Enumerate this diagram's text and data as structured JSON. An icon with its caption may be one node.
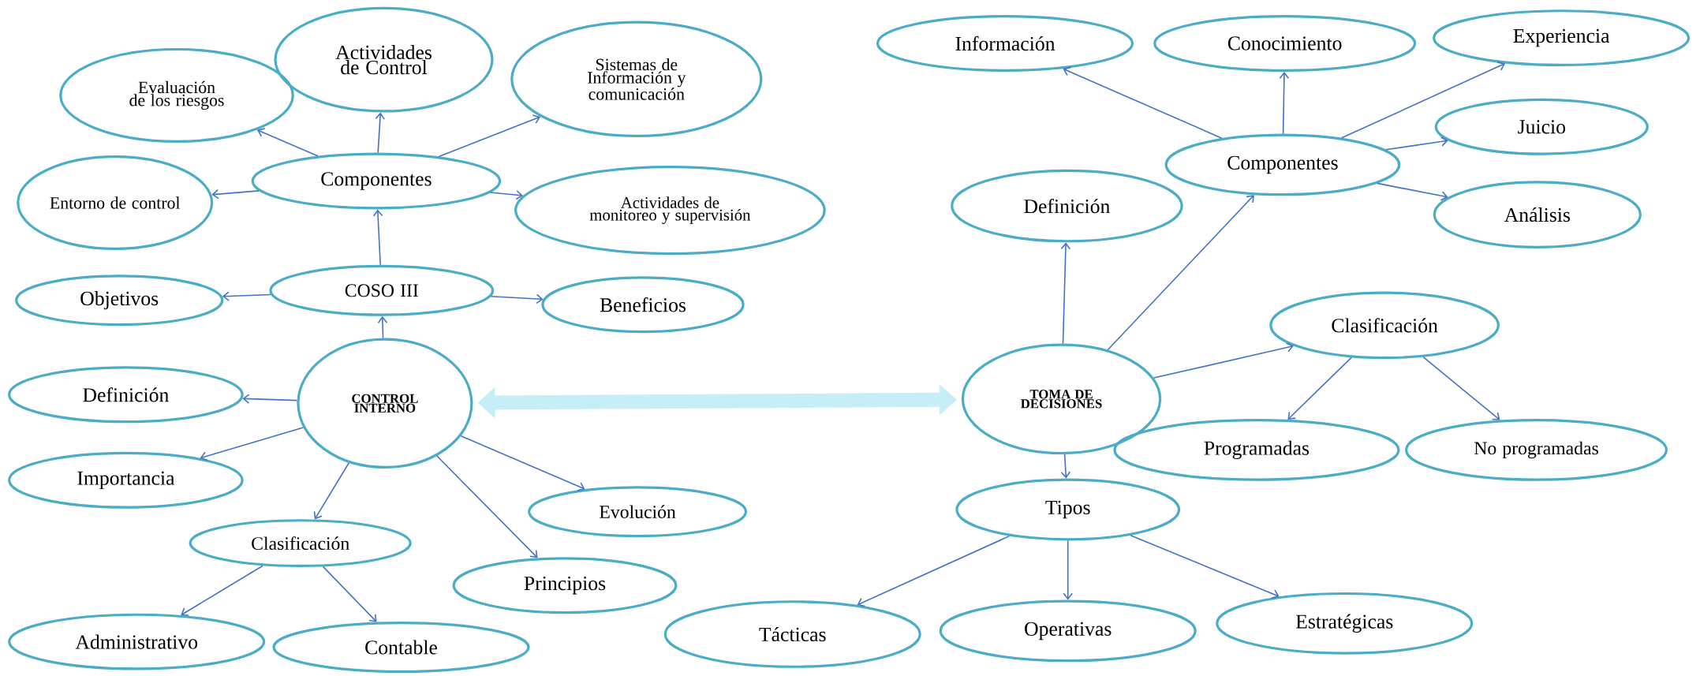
{
  "diagram": {
    "nodes": [
      {
        "text": [
          "CONTROL INTERNO"
        ]
      },
      {
        "text": [
          "COSO III"
        ]
      },
      {
        "text": [
          "Componentes"
        ]
      },
      {
        "text": [
          "Evaluación de los riesgos"
        ]
      },
      {
        "text": [
          "Actividades de Control"
        ]
      },
      {
        "text": [
          "Sistemas de Información y comunicación"
        ]
      },
      {
        "text": [
          "Entorno de control"
        ]
      },
      {
        "text": [
          "Actividades de monitoreo y supervisión"
        ]
      },
      {
        "text": [
          "Objetivos"
        ]
      },
      {
        "text": [
          "Beneficios"
        ]
      },
      {
        "text": [
          "Definición"
        ]
      },
      {
        "text": [
          "Importancia"
        ]
      },
      {
        "text": [
          "Clasificación"
        ]
      },
      {
        "text": [
          "Evolución"
        ]
      },
      {
        "text": [
          "Principios"
        ]
      },
      {
        "text": [
          "Administrativo"
        ]
      },
      {
        "text": [
          "Contable"
        ]
      },
      {
        "text": [
          "TOMA DE DECISIONES"
        ]
      },
      {
        "text": [
          "Definición"
        ]
      },
      {
        "text": [
          "Componentes"
        ]
      },
      {
        "text": [
          "Información"
        ]
      },
      {
        "text": [
          "Conocimiento"
        ]
      },
      {
        "text": [
          "Experiencia"
        ]
      },
      {
        "text": [
          "Juicio"
        ]
      },
      {
        "text": [
          "Análisis"
        ]
      },
      {
        "text": [
          "Clasificación"
        ]
      },
      {
        "text": [
          "Programadas"
        ]
      },
      {
        "text": [
          "No programadas"
        ]
      },
      {
        "text": [
          "Tipos"
        ]
      },
      {
        "text": [
          "Tácticas"
        ]
      },
      {
        "text": [
          "Operativas"
        ]
      },
      {
        "text": [
          "Estratégicas"
        ]
      }
    ],
    "edges": [
      {
        "from": 0,
        "to": 1,
        "arrow": "to"
      },
      {
        "from": 1,
        "to": 2,
        "arrow": "to"
      },
      {
        "from": 2,
        "to": 3,
        "arrow": "to"
      },
      {
        "from": 2,
        "to": 4,
        "arrow": "to"
      },
      {
        "from": 2,
        "to": 5,
        "arrow": "to"
      },
      {
        "from": 2,
        "to": 6,
        "arrow": "to"
      },
      {
        "from": 2,
        "to": 7,
        "arrow": "to"
      },
      {
        "from": 1,
        "to": 8,
        "arrow": "to"
      },
      {
        "from": 1,
        "to": 9,
        "arrow": "to"
      },
      {
        "from": 0,
        "to": 10,
        "arrow": "to"
      },
      {
        "from": 0,
        "to": 11,
        "arrow": "to"
      },
      {
        "from": 0,
        "to": 12,
        "arrow": "to"
      },
      {
        "from": 0,
        "to": 13,
        "arrow": "to"
      },
      {
        "from": 0,
        "to": 14,
        "arrow": "to"
      },
      {
        "from": 12,
        "to": 15,
        "arrow": "to"
      },
      {
        "from": 12,
        "to": 16,
        "arrow": "to"
      },
      {
        "from": 0,
        "to": 17,
        "arrow": "both",
        "style": "thick",
        "color": "#c6eef7"
      },
      {
        "from": 17,
        "to": 18,
        "arrow": "to"
      },
      {
        "from": 17,
        "to": 19,
        "arrow": "to"
      },
      {
        "from": 19,
        "to": 20,
        "arrow": "to"
      },
      {
        "from": 19,
        "to": 21,
        "arrow": "to"
      },
      {
        "from": 19,
        "to": 22,
        "arrow": "to"
      },
      {
        "from": 19,
        "to": 23,
        "arrow": "to"
      },
      {
        "from": 19,
        "to": 24,
        "arrow": "to"
      },
      {
        "from": 17,
        "to": 25,
        "arrow": "to"
      },
      {
        "from": 25,
        "to": 26,
        "arrow": "to"
      },
      {
        "from": 25,
        "to": 27,
        "arrow": "to"
      },
      {
        "from": 17,
        "to": 28,
        "arrow": "to"
      },
      {
        "from": 28,
        "to": 29,
        "arrow": "to"
      },
      {
        "from": 28,
        "to": 30,
        "arrow": "to"
      },
      {
        "from": 28,
        "to": 31,
        "arrow": "to"
      }
    ]
  }
}
